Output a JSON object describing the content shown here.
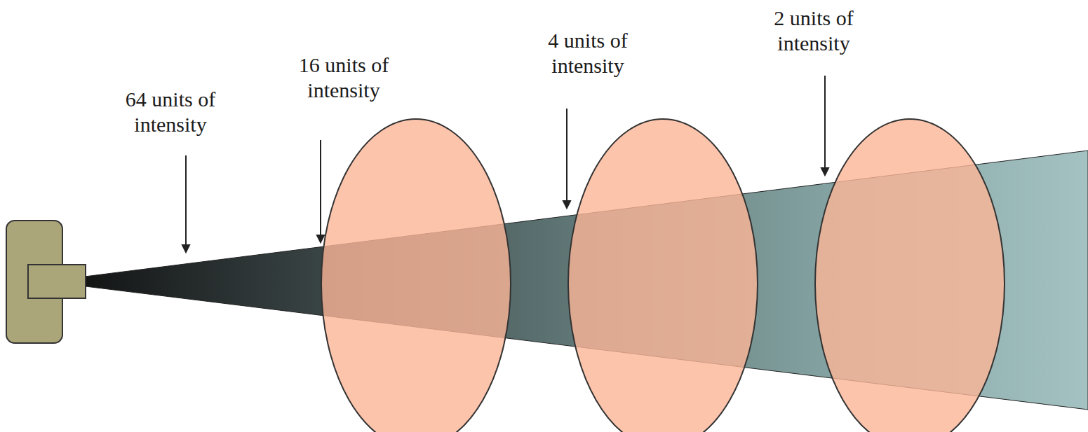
{
  "diagram": {
    "labels": [
      "64 units of intensity",
      "16 units of intensity",
      "4 units of intensity",
      "2 units of intensity"
    ]
  }
}
